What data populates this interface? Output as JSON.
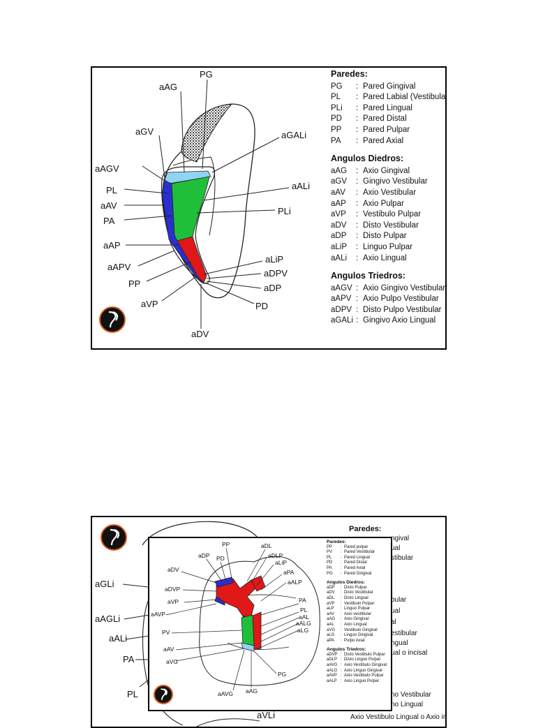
{
  "top_diagram": {
    "labels": {
      "aAG": "aAG",
      "PG": "PG",
      "aGV": "aGV",
      "aGALi": "aGALi",
      "aAGV": "aAGV",
      "aALi": "aALi",
      "PL": "PL",
      "aAV": "aAV",
      "PLi": "PLi",
      "PA": "PA",
      "aAP": "aAP",
      "aLiP": "aLiP",
      "aAPV": "aAPV",
      "aDPV": "aDPV",
      "PP": "PP",
      "aDP": "aDP",
      "aVP": "aVP",
      "PD": "PD",
      "aDV": "aDV"
    },
    "legend": {
      "walls_title": "Paredes:",
      "walls": [
        {
          "abbr": "PG",
          "name": "Pared Gingival"
        },
        {
          "abbr": "PL",
          "name": "Pared Labial (Vestibular)"
        },
        {
          "abbr": "PLi",
          "name": "Pared Lingual"
        },
        {
          "abbr": "PD",
          "name": "Pared Distal"
        },
        {
          "abbr": "PP",
          "name": "Pared Pulpar"
        },
        {
          "abbr": "PA",
          "name": "Pared Axial"
        }
      ],
      "dihedral_title": "Angulos Diedros:",
      "dihedral": [
        {
          "abbr": "aAG",
          "name": "Axio Gingival"
        },
        {
          "abbr": "aGV",
          "name": "Gingivo Vestibular"
        },
        {
          "abbr": "aAV",
          "name": "Axio Vestibular"
        },
        {
          "abbr": "aAP",
          "name": "Axio Pulpar"
        },
        {
          "abbr": "aVP",
          "name": "Vestibulo Pulpar"
        },
        {
          "abbr": "aDV",
          "name": "Disto Vestibular"
        },
        {
          "abbr": "aDP",
          "name": "Disto Pulpar"
        },
        {
          "abbr": "aLiP",
          "name": "Linguo Pulpar"
        },
        {
          "abbr": "aALi",
          "name": "Axio Lingual"
        }
      ],
      "trihedral_title": "Angulos Triedros:",
      "trihedral": [
        {
          "abbr": "aAGV",
          "name": "Axio Gingivo Vestibular"
        },
        {
          "abbr": "aAPV",
          "name": "Axio  Pulpo Vestibular"
        },
        {
          "abbr": "aDPV",
          "name": "Disto Pulpo Vestibular"
        },
        {
          "abbr": "aGALi",
          "name": "Gingivo Axio Lingual"
        }
      ]
    }
  },
  "bottom_diagram": {
    "background": {
      "labels": {
        "aGLi": "aGLi",
        "aAGLi": "aAGLi",
        "aALi": "aALi",
        "PA": "PA",
        "PL": "PL",
        "aVLi": "aVLi"
      },
      "walls_title": "Paredes:",
      "partial": [
        "ngival",
        "ual",
        "stibular",
        "bular",
        "ual",
        "al",
        "estibular",
        "ngual",
        "ual o incisal",
        "no Vestibular",
        "no Lingual",
        "Axio Vestibulo Lingual o Axio incisal"
      ]
    },
    "inset_labels": {
      "PP": "PP",
      "aDL": "aDL",
      "aDP": "aDP",
      "aDLP": "aDLP",
      "PD": "PD",
      "aLiP": "aLiP",
      "aDV": "aDV",
      "aPA": "aPA",
      "aALP": "aALP",
      "aDVP": "aDVP",
      "aVP": "aVP",
      "PA": "PA",
      "PL": "PL",
      "aAL": "aAL",
      "aALG": "aALG",
      "aAVP": "aAVP",
      "aLG": "aLG",
      "PV": "PV",
      "aAV": "aAV",
      "aVG": "aVG",
      "PG": "PG",
      "aAVG": "aAVG",
      "aAG": "aAG"
    },
    "legend": {
      "walls_title": "Paredes:",
      "walls": [
        {
          "abbr": "PP",
          "name": "Pared pulpar"
        },
        {
          "abbr": "PV",
          "name": "Pared Vestibular"
        },
        {
          "abbr": "PL",
          "name": "Pared Lingual"
        },
        {
          "abbr": "PD",
          "name": "Pared Distal"
        },
        {
          "abbr": "PA",
          "name": "Pared Axial"
        },
        {
          "abbr": "PG",
          "name": "Pared Gingival"
        }
      ],
      "dihedral_title": "Angulos Diedros:",
      "dihedral": [
        {
          "abbr": "aDP",
          "name": "Disto Pulpar"
        },
        {
          "abbr": "aDV",
          "name": "Disto Vestibular"
        },
        {
          "abbr": "aDL",
          "name": "Disto Lingual"
        },
        {
          "abbr": "aVP",
          "name": "Vestibulo Pulpar"
        },
        {
          "abbr": "aLP",
          "name": "Linguo Pulpar"
        },
        {
          "abbr": "aAV",
          "name": "Axio vestibular"
        },
        {
          "abbr": "aAG",
          "name": "Axio Gingival"
        },
        {
          "abbr": "aAL",
          "name": "Axio Lingual"
        },
        {
          "abbr": "aVG",
          "name": "Vestibulo Gingival"
        },
        {
          "abbr": "aLG",
          "name": "Linguo Gingival"
        },
        {
          "abbr": "aPA",
          "name": "Pulpo Axial"
        }
      ],
      "trihedral_title": "Angulos Triedros:",
      "trihedral": [
        {
          "abbr": "aDVP",
          "name": "Disto Vestibulo Pulpar"
        },
        {
          "abbr": "aDLP",
          "name": "Disto Linguo  Pulpar"
        },
        {
          "abbr": "aAVG",
          "name": "Axio Vestibulo Gingival"
        },
        {
          "abbr": "aALG",
          "name": "Axio Linguo Gingival"
        },
        {
          "abbr": "aAVP",
          "name": "Axio Vestibulo Pulpar"
        },
        {
          "abbr": "aALP",
          "name": "Axio Linguo Pulpar"
        }
      ]
    }
  },
  "colors": {
    "green": "#1fbf3a",
    "blue": "#2a2fd0",
    "red": "#e01818",
    "lightblue": "#8fd4f2",
    "logo_ring": "#e05a1a"
  }
}
